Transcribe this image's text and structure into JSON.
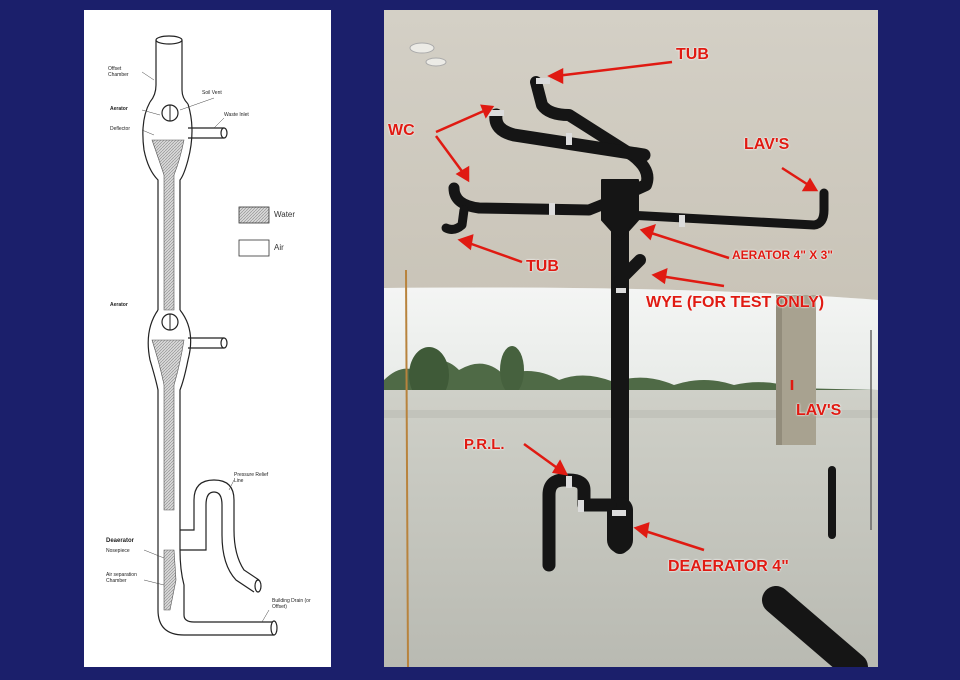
{
  "diagram": {
    "left_labels": {
      "effluent_chamber": "Offset Chamber",
      "aerator_top": "Aerator",
      "deflector": "Deflector",
      "soil_vent": "Soil Vent",
      "waste_inlet": "Waste Inlet",
      "aerator_mid": "Aerator",
      "pressure_relief": "Pressure Relief Line",
      "deaerator": "Deaerator",
      "nosepiece": "Nosepiece",
      "air_separation": "Air separation Chamber",
      "building_drain": "Building Drain (or Offset)"
    },
    "legend": {
      "water": "Water",
      "air": "Air"
    }
  },
  "photo": {
    "labels": {
      "tub_top": "TUB",
      "wc": "WC",
      "lavs_top": "LAV'S",
      "aerator": "AERATOR 4\" X 3\"",
      "tub_bottom": "TUB",
      "wye": "WYE (FOR TEST ONLY)",
      "lavs_right": "LAV'S",
      "prl": "P.R.L.",
      "deaerator": "DEAERATOR 4\""
    }
  },
  "colors": {
    "background": "#1b1f6b",
    "label_red": "#e01a12",
    "pipe": "#1a1a1a"
  }
}
